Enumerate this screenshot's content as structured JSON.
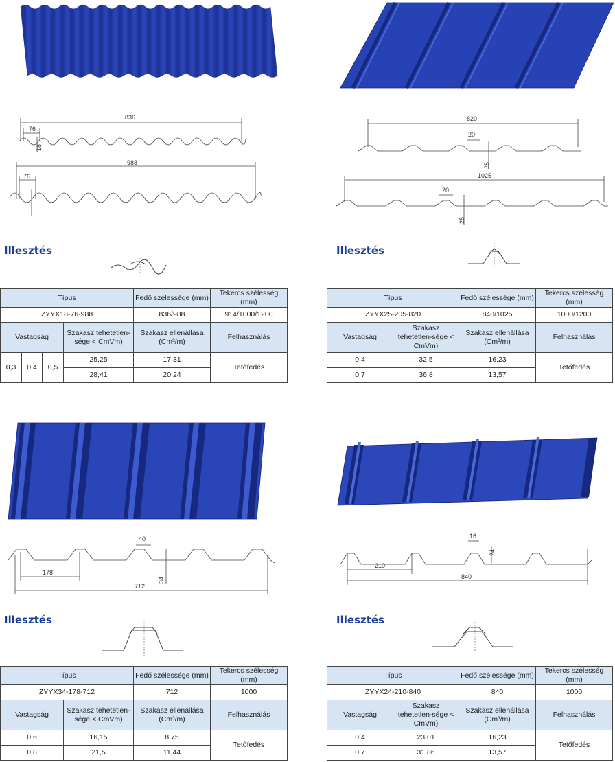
{
  "heading_label": "Illesztés",
  "colors": {
    "sheet_blue": "#2a45b5",
    "sheet_dark": "#14257a",
    "heading": "#1a3e96",
    "header_cell": "#d6e4f3"
  },
  "icons": [
    "corrugated-sheet-image",
    "trapezoid-sheet-image",
    "profile-drawing",
    "joint-drawing"
  ],
  "panels": [
    {
      "dims": {
        "top_pitch": "76",
        "top_height": "18",
        "top_width": "836",
        "bottom_pitch": "76",
        "bottom_width": "988"
      },
      "heading": "Illesztés",
      "table": {
        "h_type": "Típus",
        "h_cover": "Fedő szélessége (mm)",
        "h_coil": "Tekercs szélesség (mm)",
        "type": "ZYYX18-76-988",
        "cover": "836/988",
        "coil": "914/1000/1200",
        "h_thickness": "Vastagság",
        "h_inertia": "Szakasz tehetetlen-sége < CmVm)",
        "h_resistance": "Szakasz ellenállása (Cm³/m)",
        "h_usage": "Felhasználás",
        "thicknesses": [
          "0,3",
          "0,4",
          "0,5"
        ],
        "inertia": [
          "25,25",
          "28,41"
        ],
        "resistance": [
          "17,31",
          "20,24"
        ],
        "usage": "Tetőfedés"
      }
    },
    {
      "dims": {
        "top_width": "820",
        "top_rib": "20",
        "top_height": "25",
        "bottom_width": "1025",
        "bottom_rib": "20",
        "bottom_height": "25"
      },
      "heading": "Illesztés",
      "table": {
        "h_type": "Típus",
        "h_cover": "Fedő szélessége (mm)",
        "h_coil": "Tekercs szélesség (mm)",
        "type": "ZYYX25-205-820",
        "cover": "840/1025",
        "coil": "1000/1200",
        "h_thickness": "Vastagság",
        "h_inertia": "Szakasz tehetetlen-sége < CmVm)",
        "h_resistance": "Szakasz ellenállása (Cm³/m)",
        "h_usage": "Felhasználás",
        "rows": [
          {
            "thickness": "0,4",
            "inertia": "32,5",
            "resistance": "16,23"
          },
          {
            "thickness": "0,7",
            "inertia": "36,8",
            "resistance": "13,57"
          }
        ],
        "usage": "Tetőfedés"
      }
    },
    {
      "dims": {
        "rib_top": "40",
        "pitch": "178",
        "height": "34",
        "width": "712"
      },
      "heading": "Illesztés",
      "table": {
        "h_type": "Típus",
        "h_cover": "Fedő szélessége (mm)",
        "h_coil": "Tekercs szélesség (mm)",
        "type": "ZYYX34-178-712",
        "cover": "712",
        "coil": "1000",
        "h_thickness": "Vastagság",
        "h_inertia": "Szakasz tehetetlen-sége < CmVm)",
        "h_resistance": "Szakasz ellenállása (Cm³/m)",
        "h_usage": "Felhasználás",
        "rows": [
          {
            "thickness": "0,6",
            "inertia": "16,15",
            "resistance": "8,75"
          },
          {
            "thickness": "0,8",
            "inertia": "21,5",
            "resistance": "11,44"
          }
        ],
        "usage": "Tetőfedés"
      }
    },
    {
      "dims": {
        "rib_top": "16",
        "height": "24",
        "pitch": "210",
        "width": "840"
      },
      "heading": "Illesztés",
      "table": {
        "h_type": "Típus",
        "h_cover": "Fedő szélessége (mm)",
        "h_coil": "Tekercs szélesség (mm)",
        "type": "ZYYX24-210-840",
        "cover": "840",
        "coil": "1000",
        "h_thickness": "Vastagság",
        "h_inertia": "Szakasz tehetetlen-sége < CmVm)",
        "h_resistance": "Szakasz ellenállása (Cm³/m)",
        "h_usage": "Felhasználás",
        "rows": [
          {
            "thickness": "0,4",
            "inertia": "23,01",
            "resistance": "16,23"
          },
          {
            "thickness": "0,7",
            "inertia": "31,86",
            "resistance": "13,57"
          }
        ],
        "usage": "Tetőfedés"
      }
    }
  ]
}
